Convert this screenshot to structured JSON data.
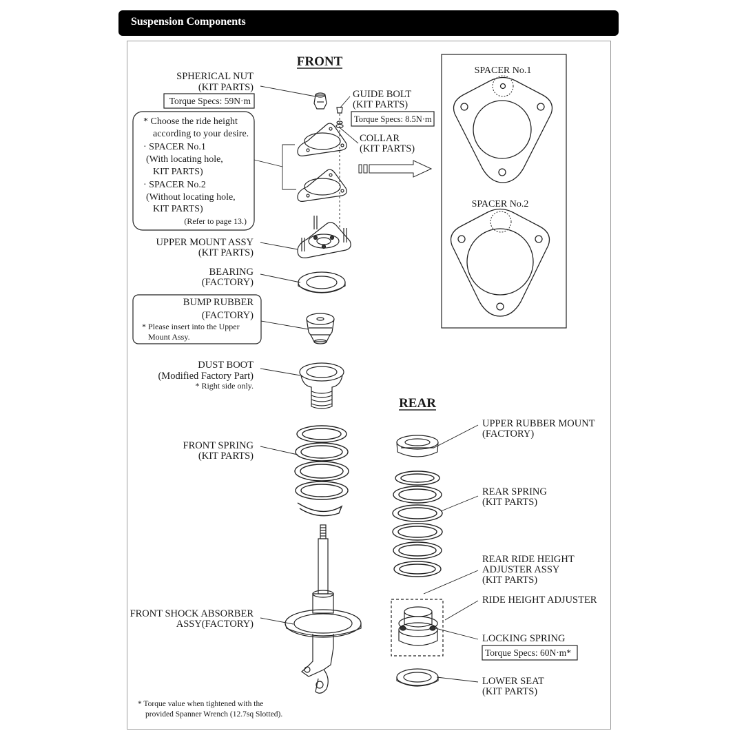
{
  "header": {
    "title": "Suspension Components"
  },
  "sections": {
    "front": "FRONT",
    "rear": "REAR"
  },
  "front": {
    "spherical_nut": {
      "name": "SPHERICAL NUT",
      "source": "(KIT PARTS)",
      "torque": "Torque Specs: 59N·m"
    },
    "guide_bolt": {
      "name": "GUIDE BOLT",
      "source": "(KIT PARTS)",
      "torque": "Torque Specs: 8.5N·m"
    },
    "collar": {
      "name": "COLLAR",
      "source": "(KIT PARTS)"
    },
    "spacer_note": {
      "lines": [
        "* Choose the ride height",
        "according to your desire.",
        "· SPACER No.1",
        "(With locating hole,",
        "KIT PARTS)",
        "· SPACER No.2",
        "(Without locating hole,",
        "KIT PARTS)"
      ],
      "ref": "(Refer to page 13.)"
    },
    "upper_mount": {
      "name": "UPPER MOUNT ASSY",
      "source": "(KIT PARTS)"
    },
    "bearing": {
      "name": "BEARING",
      "source": "(FACTORY)"
    },
    "bump_rubber": {
      "name": "BUMP RUBBER",
      "source": "(FACTORY)",
      "note1": "* Please insert into the Upper",
      "note2": "Mount Assy."
    },
    "dust_boot": {
      "name": "DUST BOOT",
      "source": "(Modified Factory Part)",
      "note": "* Right side only."
    },
    "front_spring": {
      "name": "FRONT SPRING",
      "source": "(KIT PARTS)"
    },
    "front_shock": {
      "name": "FRONT SHOCK ABSORBER",
      "source": "ASSY(FACTORY)"
    }
  },
  "spacers": {
    "no1": "SPACER No.1",
    "no2": "SPACER No.2"
  },
  "rear": {
    "upper_rubber_mount": {
      "name": "UPPER RUBBER MOUNT",
      "source": "(FACTORY)"
    },
    "rear_spring": {
      "name": "REAR SPRING",
      "source": "(KIT PARTS)"
    },
    "ride_height_adjuster_assy": {
      "line1": "REAR RIDE HEIGHT",
      "line2": "ADJUSTER ASSY",
      "source": "(KIT PARTS)"
    },
    "ride_height_adjuster": {
      "name": "RIDE HEIGHT ADJUSTER"
    },
    "locking_spring": {
      "name": "LOCKING SPRING",
      "torque": "Torque Specs: 60N·m*"
    },
    "lower_seat": {
      "name": "LOWER SEAT",
      "source": "(KIT PARTS)"
    }
  },
  "footnote": {
    "line1": "* Torque value when tightened with the",
    "line2": "provided Spanner Wrench (12.7sq Slotted)."
  }
}
